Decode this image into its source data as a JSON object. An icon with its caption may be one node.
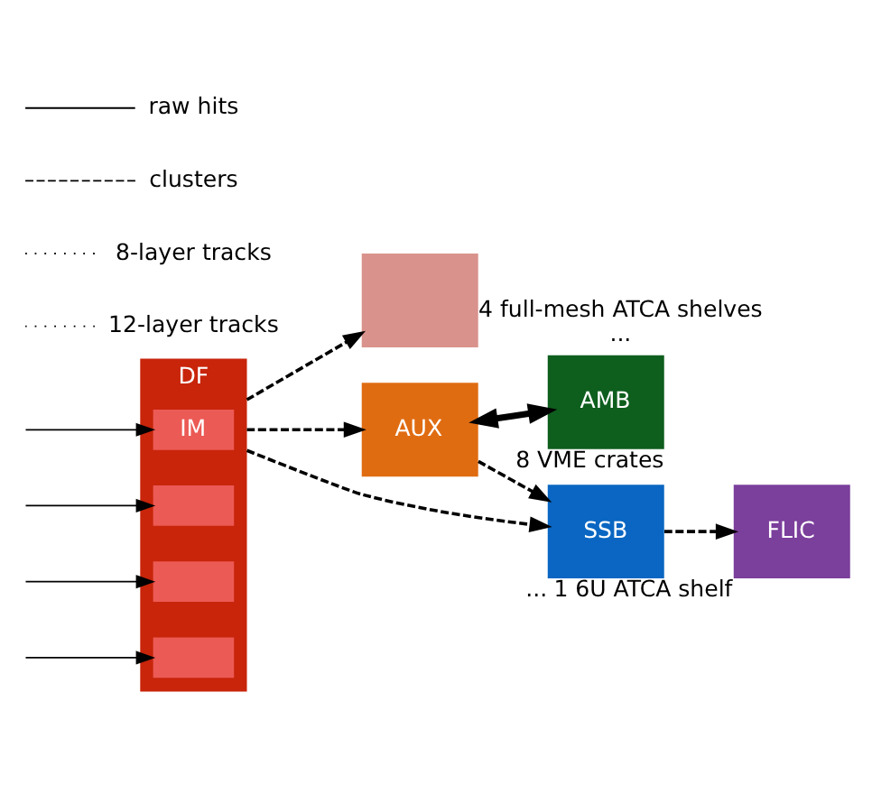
{
  "diagram": {
    "nodes": [
      {
        "text": [
          "DF"
        ]
      },
      {
        "text": [
          "IM"
        ],
        "in": 0
      },
      {
        "text": [],
        "shape": "box",
        "in": 0
      },
      {
        "text": [],
        "shape": "box",
        "in": 0
      },
      {
        "text": [],
        "shape": "box",
        "in": 0
      },
      {
        "text": [],
        "shape": "box",
        "beside": [
          "4 full-mesh ATCA shelves",
          "..."
        ]
      },
      {
        "text": [
          "AUX"
        ]
      },
      {
        "text": [
          "AMB"
        ],
        "beside": [
          "8 VME crates"
        ]
      },
      {
        "text": [
          "SSB"
        ],
        "beside": [
          "..."
        ]
      },
      {
        "text": [
          "FLIC"
        ],
        "beside": [
          "1 6U ATCA shelf"
        ]
      }
    ],
    "edges": [
      {
        "from": null,
        "to": 1,
        "arrow": "to"
      },
      {
        "from": null,
        "to": 2,
        "arrow": "to"
      },
      {
        "from": null,
        "to": 3,
        "arrow": "to"
      },
      {
        "from": null,
        "to": 4,
        "arrow": "to"
      },
      {
        "from": 0,
        "to": 5,
        "arrow": "to",
        "style": "dashed"
      },
      {
        "from": 0,
        "to": 6,
        "arrow": "to",
        "style": "dashed"
      },
      {
        "from": 0,
        "to": 8,
        "arrow": "to",
        "style": "dashed"
      },
      {
        "from": 6,
        "to": 7,
        "arrow": "both",
        "style": "thick"
      },
      {
        "from": 6,
        "to": 8,
        "arrow": "to",
        "style": "dashed"
      },
      {
        "from": 8,
        "to": 9,
        "arrow": "to",
        "style": "dashed"
      }
    ],
    "legend": [
      {
        "text": "raw hits"
      },
      {
        "text": "clusters"
      },
      {
        "text": "8-layer tracks"
      },
      {
        "text": "12-layer tracks"
      }
    ]
  }
}
